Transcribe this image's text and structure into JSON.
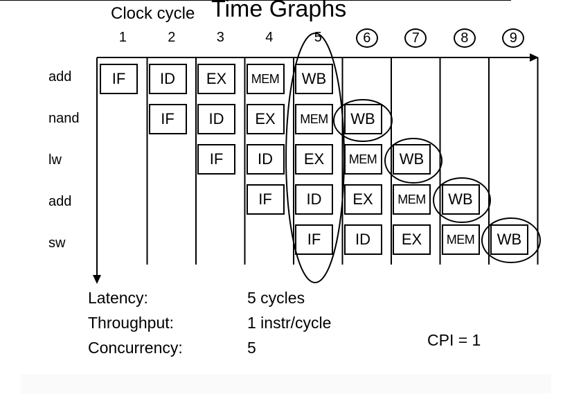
{
  "header": {
    "label": "Clock cycle",
    "title": "Time Graphs"
  },
  "cycles": [
    "1",
    "2",
    "3",
    "4",
    "5",
    "6",
    "7",
    "8",
    "9"
  ],
  "circled_cycles": [
    6,
    7,
    8,
    9
  ],
  "instructions": [
    "add",
    "nand",
    "lw",
    "add",
    "sw"
  ],
  "stage_labels": [
    "IF",
    "ID",
    "EX",
    "MEM",
    "WB"
  ],
  "stats": {
    "latency_label": "Latency:",
    "latency_value": "5 cycles",
    "throughput_label": "Throughput:",
    "throughput_value": "1 instr/cycle",
    "concurrency_label": "Concurrency:",
    "concurrency_value": "5",
    "cpi": "CPI = 1"
  }
}
